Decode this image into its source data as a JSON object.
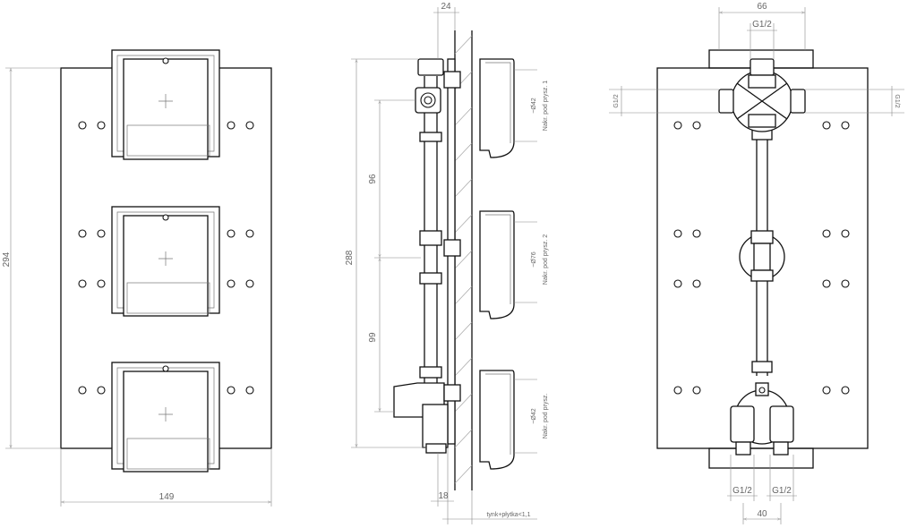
{
  "front_view": {
    "overall_height": "294",
    "overall_width": "149"
  },
  "side_view": {
    "depth_top": "24",
    "pitch_upper": "96",
    "pitch_lower": "99",
    "total_height": "288",
    "base_depth": "18",
    "tile_note": "tynk+płytka<1,1",
    "knob_upper_dia": "~Ø42",
    "knob_upper_note": "Nakr. pod prysz. 1",
    "knob_middle_dia": "~Ø76",
    "knob_middle_note": "Nakr. pod prysz. 2",
    "knob_lower_dia": "~Ø42",
    "knob_lower_note": "Nakr. pod prysz."
  },
  "back_view": {
    "top_width": "66",
    "top_inlet": "G1/2",
    "left_port": "G1/2",
    "right_port": "G1/2",
    "bottom_left": "G1/2",
    "bottom_right": "G1/2",
    "bottom_spacing": "40"
  }
}
